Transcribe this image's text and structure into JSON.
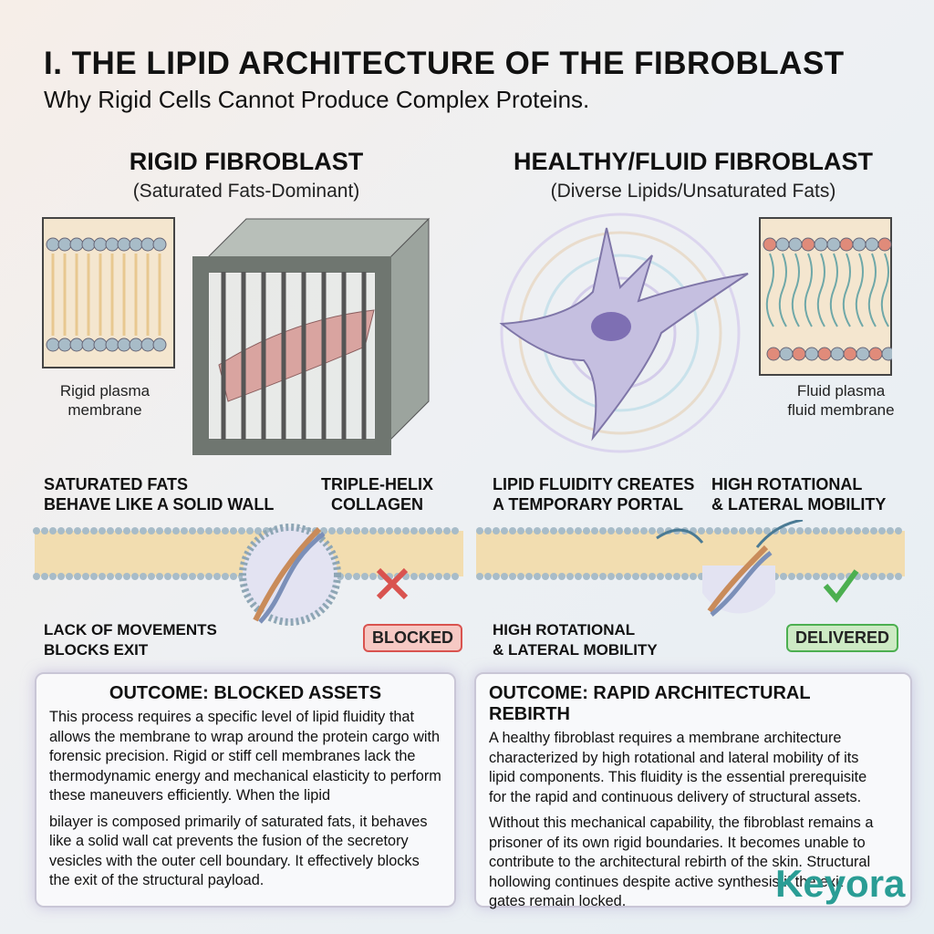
{
  "header": {
    "title": "I. THE LIPID ARCHITECTURE OF THE FIBROBLAST",
    "subtitle": "Why Rigid Cells Cannot Produce Complex Proteins."
  },
  "left": {
    "heading": "RIGID FIBROBLAST",
    "subheading": "(Saturated Fats-Dominant)",
    "inset_caption": [
      "Rigid plasma",
      "membrane"
    ],
    "label_wall": [
      "SATURATED FATS",
      "BEHAVE LIKE A SOLID WALL"
    ],
    "label_collagen": [
      "TRIPLE-HELIX",
      "COLLAGEN"
    ],
    "label_exit": [
      "LACK OF MOVEMENTS",
      "BLOCKS EXIT"
    ],
    "badge": "BLOCKED",
    "outcome_title": "OUTCOME: BLOCKED ASSETS",
    "outcome_paragraphs": [
      "This process requires a specific level of lipid fluidity that allows the membrane to wrap around the protein cargo with forensic precision. Rigid or stiff cell membranes lack the thermodynamic energy and mechanical elasticity to perform these maneuvers efficiently. When the lipid",
      "bilayer is composed primarily of saturated fats, it behaves like a solid wall cat prevents the fusion of the secretory vesicles with the outer cell boundary. It effectively blocks the exit of the structural payload."
    ]
  },
  "right": {
    "heading": "HEALTHY/FLUID FIBROBLAST",
    "subheading": "(Diverse Lipids/Unsaturated Fats)",
    "inset_caption": [
      "Fluid plasma",
      "fluid membrane"
    ],
    "label_portal": [
      "LIPID FLUIDITY CREATES",
      "A TEMPORARY PORTAL"
    ],
    "label_mobility_top": [
      "HIGH ROTATIONAL",
      "& LATERAL MOBILITY"
    ],
    "label_mobility_bottom": [
      "HIGH ROTATIONAL",
      "& LATERAL MOBILITY"
    ],
    "badge": "DELIVERED",
    "outcome_title": "OUTCOME: RAPID ARCHITECTURAL REBIRTH",
    "outcome_paragraphs": [
      "A healthy fibroblast requires a membrane architecture characterized by high rotational and lateral mobility of its lipid components. This fluidity is the essential prerequisite for the rapid and continuous delivery of structural assets.",
      "Without this mechanical capability, the fibroblast remains a prisoner of its own rigid boundaries. It becomes unable to contribute to the architectural rebirth of the skin. Structural hollowing continues despite active synthesis if the exit gates remain locked."
    ]
  },
  "logo": {
    "text": "Keyora",
    "color": "#2a9d95"
  },
  "colors": {
    "blocked": "#d9534f",
    "delivered": "#4caf50",
    "lipid_head": "#a8bcc8",
    "lipid_tail": "#e8c890"
  }
}
